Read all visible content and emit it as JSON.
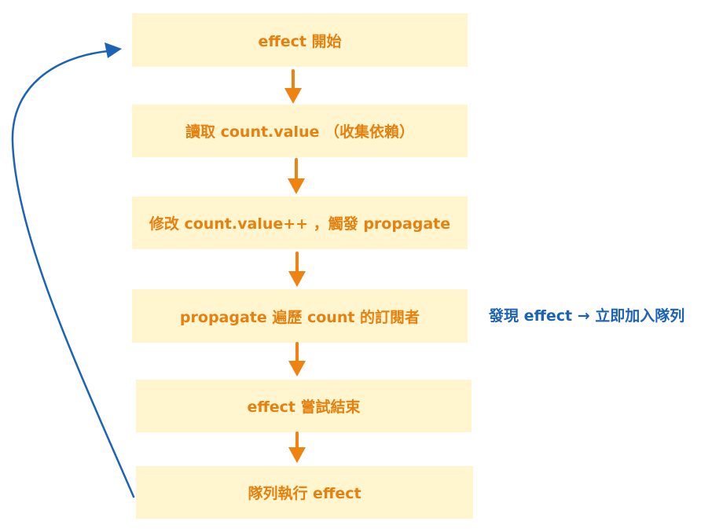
{
  "steps": [
    {
      "label": "effect 開始"
    },
    {
      "label": "讀取 count.value （收集依賴）"
    },
    {
      "label": "修改 count.value++ ，觸發 propagate"
    },
    {
      "label": "propagate 遍歷 count 的訂閱者"
    },
    {
      "label": "effect 嘗試結束"
    },
    {
      "label": "隊列執行 effect"
    }
  ],
  "note": "發現 effect → 立即加入隊列",
  "colors": {
    "box_fill": "#fff5cf",
    "box_text": "#e6800f",
    "arrow": "#f0820f",
    "loop_arrow": "#1d63b5",
    "note_text": "#1d63b5"
  }
}
